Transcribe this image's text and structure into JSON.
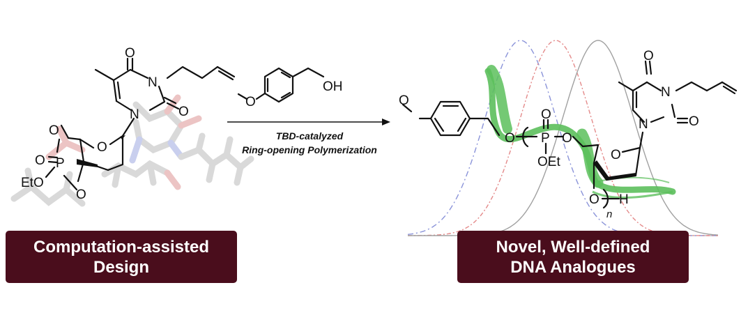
{
  "left_molecule": {
    "atoms": {
      "o_top": "O",
      "n3": "N",
      "o_c2": "O",
      "n1": "N",
      "o_ring_top": "O",
      "o_furan": "O",
      "o_p": "O",
      "p": "P",
      "eto": "EtO",
      "o_bottom": "O"
    }
  },
  "reagent": {
    "atoms": {
      "o_methoxy": "O",
      "oh": "OH"
    }
  },
  "reaction": {
    "line1": "TBD-catalyzed",
    "line2": "Ring-opening Polymerization"
  },
  "right_molecule": {
    "atoms": {
      "o_methoxy": "O",
      "o_link": "O",
      "o_dbl": "O",
      "p": "P",
      "o_right": "O",
      "oet": "OEt",
      "o_furan": "O",
      "n1": "N",
      "n3": "N",
      "o_top": "O",
      "o_c2": "O",
      "o_h": "O",
      "h": "H",
      "n_sub": "n"
    }
  },
  "distribution_curves": {
    "series": [
      {
        "style": "dash-dot",
        "color": "#8a93d9",
        "mean": 0.0,
        "sd": 1.0
      },
      {
        "style": "dash-dot-red",
        "color": "#e48a8a",
        "mean": 1.0,
        "sd": 1.0
      },
      {
        "style": "solid",
        "color": "#a0a0a0",
        "mean": 2.2,
        "sd": 1.0
      }
    ]
  },
  "banners": {
    "left": {
      "line1": "Computation-assisted",
      "line2": "Design"
    },
    "right": {
      "line1": "Novel, Well-defined",
      "line2": "DNA Analogues"
    }
  },
  "colors": {
    "banner_bg": "#4a0d1c",
    "banner_text": "#ffffff",
    "highlight": "#5cbf5c"
  }
}
